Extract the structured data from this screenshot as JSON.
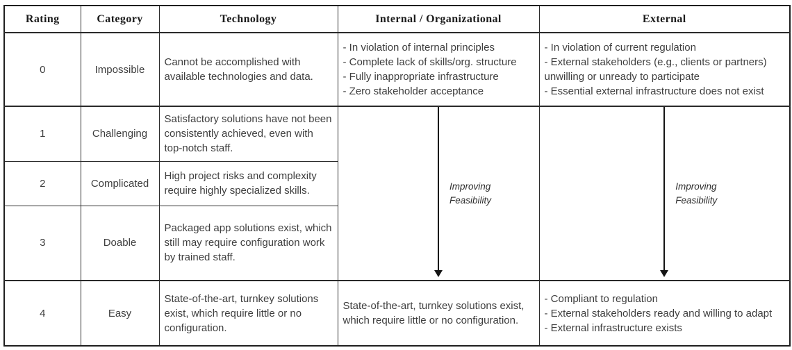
{
  "page": {
    "background_color": "#ffffff",
    "border_color": "#1e1e1e",
    "body_text_color": "#3e3e3e"
  },
  "table": {
    "headers": [
      "Rating",
      "Category",
      "Technology",
      "Internal / Organizational",
      "External"
    ],
    "rows": [
      {
        "rating": "0",
        "category": "Impossible",
        "technology": "Cannot be accomplished with available technologies and data.",
        "internal": [
          "- In violation of internal principles",
          "- Complete lack of skills/org. structure",
          "- Fully inappropriate infrastructure",
          "- Zero stakeholder acceptance"
        ],
        "external": [
          "- In violation of current regulation",
          "- External stakeholders (e.g., clients or partners) unwilling or unready to participate",
          "- Essential external infrastructure does not exist"
        ]
      },
      {
        "rating": "1",
        "category": "Challenging",
        "technology": "Satisfactory solutions have not been consistently achieved, even with top-notch staff."
      },
      {
        "rating": "2",
        "category": "Complicated",
        "technology": "High project risks and complexity require highly specialized skills."
      },
      {
        "rating": "3",
        "category": "Doable",
        "technology": "Packaged app solutions exist, which still may require configuration work by trained staff."
      },
      {
        "rating": "4",
        "category": "Easy",
        "technology": "State-of-the-art, turnkey solutions exist, which require little or no configuration.",
        "internal": "State-of-the-art, turnkey solutions exist, which require little or no configuration.",
        "external": [
          "- Compliant to regulation",
          "- External stakeholders ready and willing to adapt",
          "- External infrastructure exists"
        ]
      }
    ],
    "merged": {
      "internal_note": "Improving\nFeasibility",
      "external_note": "Improving\nFeasibility"
    }
  }
}
